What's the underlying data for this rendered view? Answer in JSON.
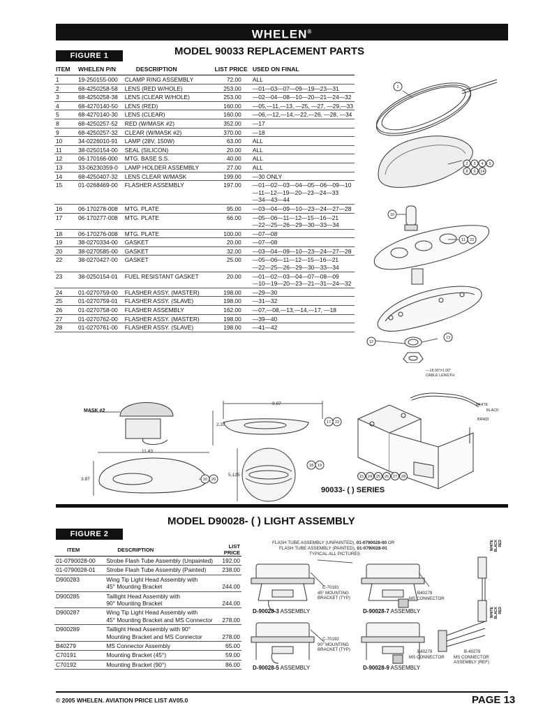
{
  "header": {
    "brand": "WHELEN",
    "reg": "®"
  },
  "fig1": {
    "label": "FIGURE 1",
    "title": "MODEL 90033 REPLACEMENT PARTS",
    "columns": [
      "ITEM",
      "WHELEN P/N",
      "DESCRIPTION",
      "LIST PRICE",
      "USED ON FINAL"
    ],
    "rows": [
      [
        "1",
        "19-250155-000",
        "CLAMP RING ASSEMBLY",
        "72.00",
        "ALL"
      ],
      [
        "2",
        "68-4250258-58",
        "LENS (RED W/HOLE)",
        "253.00",
        "—01—03—07—09—19—23—31"
      ],
      [
        "3",
        "68-4250258-38",
        "LENS (CLEAR W/HOLE)",
        "253.00",
        "—02—04—08—10—20—21—24—32"
      ],
      [
        "4",
        "68-4270140-50",
        "LENS (RED)",
        "160.00",
        "—05,—11,—13, —25, —27, —29,—33"
      ],
      [
        "5",
        "68-4270140-30",
        "LENS (CLEAR)",
        "160.00",
        "—06,—12,—14,—22,—26, —28, —34"
      ],
      [
        "8",
        "68-4250257-52",
        "RED (W/MASK #2)",
        "352.00",
        "—17"
      ],
      [
        "9",
        "68-4250257-32",
        "CLEAR (W/MASK #2)",
        "370.00",
        "—18"
      ],
      [
        "10",
        "34-0226010-91",
        "LAMP (28V, 150W)",
        "63.00",
        "ALL"
      ],
      [
        "11",
        "38-0250154-00",
        "SEAL (SILICON)",
        "20.00",
        "ALL"
      ],
      [
        "12",
        "06-170166-000",
        "MTG. BASE S.S.",
        "40.00",
        "ALL"
      ],
      [
        "13",
        "33-06230359-0",
        "LAMP HOLDER ASSEMBLY",
        "27.00",
        "ALL"
      ],
      [
        "14",
        "68-4250407-32",
        "LENS CLEAR W/MASK",
        "199.00",
        "—30 ONLY"
      ],
      [
        "15",
        "01-0268469-00",
        "FLASHER ASSEMBLY",
        "197.00",
        "—01—02—03—04—05—06—09—10\n—11—12—19—20—23—24—33\n—34—43—44"
      ],
      [
        "16",
        "06-170278-008",
        "MTG. PLATE",
        "95.00",
        "—03—04—09—10—23—24—27—28"
      ],
      [
        "17",
        "06-170277-008",
        "MTG. PLATE",
        "66.00",
        "—05—06—11—12—15—16—21\n—22—25—26—29—30—33—34"
      ],
      [
        "18",
        "06-170276-008",
        "MTG. PLATE",
        "100.00",
        "—07—08"
      ],
      [
        "19",
        "38-0270334-00",
        "GASKET",
        "20.00",
        "—07—08"
      ],
      [
        "20",
        "38-0270585-00",
        "GASKET",
        "32.00",
        "—03—04—09—10—23—24—27—28"
      ],
      [
        "22",
        "38-0270427-00",
        "GASKET",
        "25.00",
        "—05—06—11—12—15—16—21\n—22—25—26—29—30—33—34"
      ],
      [
        "23",
        "38-0250154-01",
        "FUEL RESISTANT GASKET",
        "20.00",
        "—01—02—03—04—07—08—09\n—10—19—20—23—21—31—24—32"
      ],
      [
        "24",
        "01-0270759-00",
        "FLASHER ASSY. (MASTER)",
        "198.00",
        "—29—30"
      ],
      [
        "25",
        "01-0270759-01",
        "FLASHER ASSY. (SLAVE)",
        "198.00",
        "—31—32"
      ],
      [
        "26",
        "01-0270758-00",
        "FLASHER ASSEMBLY",
        "162.00",
        "—07,—08,—13,—14,—17, —18"
      ],
      [
        "27",
        "01-0270762-00",
        "FLASHER ASSY. (MASTER)",
        "198.00",
        "—39—40"
      ],
      [
        "28",
        "01-0270761-00",
        "FLASHER ASSY. (SLAVE)",
        "198.00",
        "—41—42"
      ]
    ]
  },
  "diagram1": {
    "mask": "MASK #2",
    "dim_987": "9.87",
    "dim_237": "2.37",
    "dim_1143": "11.43",
    "dim_387": "3.87",
    "dim_5125": "5.125",
    "callout_1722": [
      "17",
      "22"
    ],
    "callout_1619": [
      "18",
      "19"
    ],
    "callout_1620": [
      "16",
      "20"
    ],
    "callout_series": [
      "15",
      "24",
      "25",
      "26",
      "27",
      "28"
    ],
    "callout_lens": [
      "2",
      "3",
      "4",
      "5",
      "8",
      "9",
      "14"
    ],
    "callout_1123": [
      "11",
      "23"
    ],
    "callout_1": "1",
    "callout_10": "10",
    "callout_12": "12",
    "callout_13": "13",
    "cable_length": "—18.00\"±1.00\"\nCABLE LENGTH",
    "wire_white": "WHITE",
    "wire_black": "BLACK",
    "wire_braid": "BRAID",
    "series": "90033- (   ) SERIES"
  },
  "fig2": {
    "label": "FIGURE 2",
    "title": "MODEL D90028- ( ) LIGHT ASSEMBLY",
    "columns": [
      "ITEM",
      "DESCRIPTION",
      "LIST PRICE"
    ],
    "rows": [
      [
        "01-0790028-00",
        "Strobe Flash Tube Assembly (Unpainted)",
        "192.00"
      ],
      [
        "01-0790028-01",
        "Strobe Flash Tube Assembly (Painted)",
        "238.00"
      ],
      [
        "D900283",
        "Wing Tip Light Head Assembly with\n45° Mounting Bracket",
        "244.00"
      ],
      [
        "D900285",
        "Taillight Head Assembly with\n90° Mounting Bracket",
        "244.00"
      ],
      [
        "D900287",
        "Wing Tip Light Head Assembly with\n45° Mounting Bracket and MS Connector",
        "278.00"
      ],
      [
        "D900289",
        "Taillight Head Assembly with 90°\nMounting Bracket and MS Connector",
        "278.00"
      ],
      [
        "B40279",
        "MS Connector Assembly",
        "65.00"
      ],
      [
        "C70191",
        "Mounting Bracket (45°)",
        "59.00"
      ],
      [
        "C70192",
        "Mounting Bracket (90°)",
        "86.00"
      ]
    ]
  },
  "diagram2": {
    "flash_note_1": "FLASH TUBE ASSEMBLY (UNPAINTED),",
    "flash_note_1b": "01-0790028-00",
    "flash_note_1c": "OR",
    "flash_note_2": "FLASH TUBE ASSEMBLY (PAINTED),",
    "flash_note_2b": "01-0790028-01",
    "flash_note_3": "TYPICAL ALL PICTURES",
    "c70191": "C-70191",
    "c70191_desc": "45° MOUNTING\nBRACKET (TYP)",
    "c70192": "C-70192",
    "c70192_desc": "90° MOUNTING\nBRACKET (TYP)",
    "b40279_a": "B40279",
    "ms_a": "MS CONNECTOR",
    "b40279_b": "B40279",
    "ms_b": "MS CONNECTOR",
    "b40279_ref": "B-40279",
    "ms_ref": "MS CONNECTOR\nASSEMBLY (REF)",
    "asm_3": "D-90028-3",
    "asm_7": "D-90028-7",
    "asm_5": "D-90028-5",
    "asm_9": "D-90028-9",
    "assembly_word": "ASSEMBLY",
    "wire_top": [
      "WHITE",
      "BLACK",
      "RED"
    ],
    "wire_bot": [
      "WHITE",
      "BLACK",
      "RED"
    ]
  },
  "footer": {
    "copyright": "© 2005 WHELEN. AVIATION PRICE LIST AV05.0",
    "page": "PAGE 13"
  }
}
